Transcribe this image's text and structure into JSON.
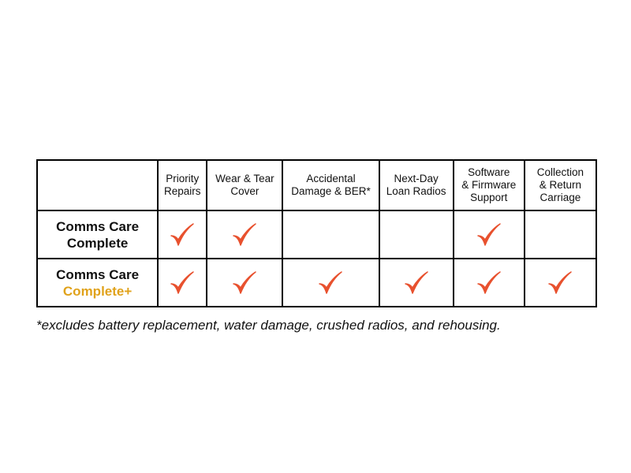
{
  "table": {
    "columns": [
      {
        "lines": [
          "Priority",
          "Repairs"
        ]
      },
      {
        "lines": [
          "Wear & Tear",
          "Cover"
        ]
      },
      {
        "lines": [
          "Accidental",
          "Damage & BER*"
        ]
      },
      {
        "lines": [
          "Next-Day",
          "Loan Radios"
        ]
      },
      {
        "lines": [
          "Software",
          "& Firmware",
          "Support"
        ]
      },
      {
        "lines": [
          "Collection",
          "& Return",
          "Carriage"
        ]
      }
    ],
    "plans": [
      {
        "name_line1": "Comms Care",
        "name_line2": "Complete",
        "name_line2_color": "#111111",
        "included": [
          true,
          true,
          false,
          false,
          true,
          false
        ]
      },
      {
        "name_line1": "Comms Care",
        "name_line2": "Complete+",
        "name_line2_color": "#e0a21b",
        "included": [
          true,
          true,
          true,
          true,
          true,
          true
        ]
      }
    ]
  },
  "check_icon": "check-mark-icon",
  "check_color": "#e8512e",
  "footnote": "*excludes battery replacement, water damage, crushed radios, and rehousing."
}
